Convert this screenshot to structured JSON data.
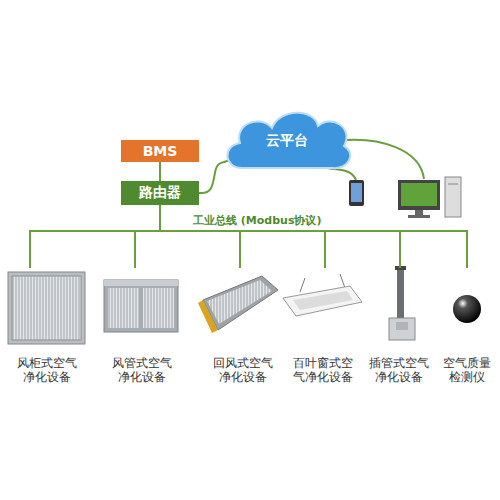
{
  "diagram": {
    "nodes": [
      {
        "text": [
          "BMS"
        ]
      },
      {
        "text": [
          "路由器"
        ]
      },
      {
        "text": [
          "云平台"
        ]
      },
      {
        "text": [
          "风柜式空气 净化设备"
        ]
      },
      {
        "text": [
          "风管式空气 净化设备"
        ]
      },
      {
        "text": [
          "回风式空气 净化设备"
        ]
      },
      {
        "text": [
          "百叶窗式空 气净化设备"
        ]
      },
      {
        "text": [
          "插管式空气 净化设备"
        ]
      },
      {
        "text": [
          "空气质量 检测仪"
        ]
      }
    ],
    "edges": [
      {
        "from": 0,
        "to": 1,
        "arrow": "none"
      },
      {
        "from": 1,
        "to": 2,
        "arrow": "none"
      },
      {
        "from": 1,
        "to": 3,
        "arrow": "none"
      },
      {
        "from": 1,
        "to": 4,
        "arrow": "none"
      },
      {
        "from": 1,
        "to": 5,
        "arrow": "none"
      },
      {
        "from": 1,
        "to": 6,
        "arrow": "none"
      },
      {
        "from": 1,
        "to": 7,
        "arrow": "none"
      },
      {
        "from": 1,
        "to": 8,
        "arrow": "none"
      }
    ],
    "labels": [
      "工业总线 (Modbus协议)"
    ]
  }
}
